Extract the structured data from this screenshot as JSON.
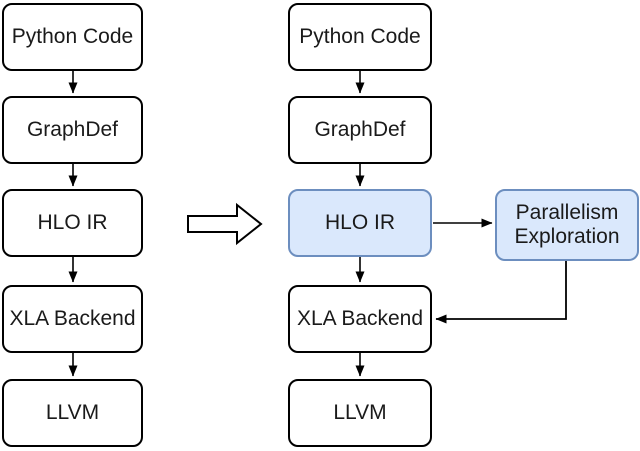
{
  "diagram": {
    "description_hint": "Two vertical compiler pipelines; right pipeline adds a Parallelism Exploration stage branching from HLO IR into XLA Backend",
    "left_pipeline": {
      "nodes": [
        {
          "label": "Python Code",
          "highlighted": false
        },
        {
          "label": "GraphDef",
          "highlighted": false
        },
        {
          "label": "HLO IR",
          "highlighted": false
        },
        {
          "label": "XLA Backend",
          "highlighted": false
        },
        {
          "label": "LLVM",
          "highlighted": false
        }
      ]
    },
    "right_pipeline": {
      "nodes": [
        {
          "label": "Python Code",
          "highlighted": false
        },
        {
          "label": "GraphDef",
          "highlighted": false
        },
        {
          "label": "HLO IR",
          "highlighted": true
        },
        {
          "label": "XLA Backend",
          "highlighted": false
        },
        {
          "label": "LLVM",
          "highlighted": false
        }
      ],
      "side_node": {
        "label": "Parallelism Exploration",
        "highlighted": true
      }
    },
    "colors": {
      "highlight_fill": "#dae8fc",
      "highlight_border": "#6c8ebf",
      "node_fill": "#ffffff",
      "node_border": "#000000",
      "connector": "#000000",
      "background": "#ffffff"
    }
  }
}
